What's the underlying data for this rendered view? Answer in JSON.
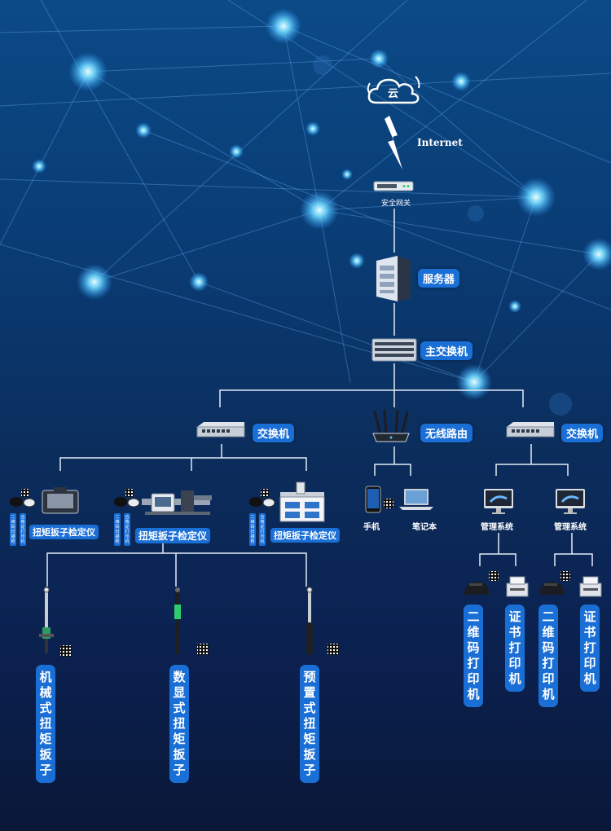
{
  "cloud": {
    "label": "云"
  },
  "internet": {
    "label": "Internet"
  },
  "gateway": {
    "label": "安全网关"
  },
  "server": {
    "label": "服务器"
  },
  "main_switch": {
    "label": "主交换机"
  },
  "branches": {
    "left_switch": {
      "label": "交换机"
    },
    "router": {
      "label": "无线路由"
    },
    "right_switch": {
      "label": "交换机"
    }
  },
  "calibrators": [
    {
      "label": "扭矩扳子检定仪",
      "side_a": "二维码扫描枪",
      "side_b": "合格证打印机"
    },
    {
      "label": "扭矩扳子检定仪",
      "side_a": "二维码扫描枪",
      "side_b": "合格证打印机"
    },
    {
      "label": "扭矩扳子检定仪",
      "side_a": "二维码扫描枪",
      "side_b": "合格证打印机"
    }
  ],
  "wrenches": [
    {
      "label": "机械式扭矩扳子"
    },
    {
      "label": "数显式扭矩扳子"
    },
    {
      "label": "预置式扭矩扳子"
    }
  ],
  "mobile": {
    "phone": "手机",
    "laptop": "笔记本"
  },
  "mgmt": [
    {
      "label": "管理系统",
      "printer_qr": "二维码打印机",
      "printer_cert": "证书打印机"
    },
    {
      "label": "管理系统",
      "printer_qr": "二维码打印机",
      "printer_cert": "证书打印机"
    }
  ],
  "colors": {
    "accent": "#1a6fd6",
    "line": "#dfe8f5"
  }
}
